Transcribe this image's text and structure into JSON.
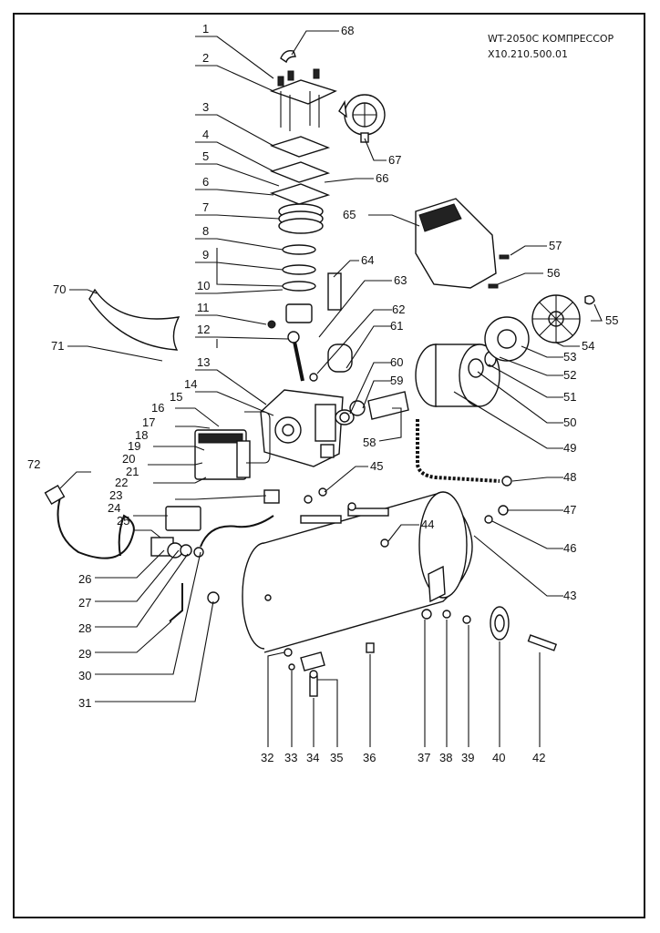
{
  "document": {
    "title": "WT-2050C КОМПРЕССОР",
    "code": "X10.210.500.01"
  },
  "part_numbers": [
    "1",
    "2",
    "3",
    "4",
    "5",
    "6",
    "7",
    "8",
    "9",
    "10",
    "11",
    "12",
    "13",
    "14",
    "15",
    "16",
    "17",
    "18",
    "19",
    "20",
    "21",
    "22",
    "23",
    "24",
    "25",
    "26",
    "27",
    "28",
    "29",
    "30",
    "31",
    "32",
    "33",
    "34",
    "35",
    "36",
    "37",
    "38",
    "39",
    "40",
    "42",
    "43",
    "44",
    "45",
    "46",
    "47",
    "48",
    "49",
    "50",
    "51",
    "52",
    "53",
    "54",
    "55",
    "56",
    "57",
    "58",
    "59",
    "60",
    "61",
    "62",
    "63",
    "64",
    "65",
    "66",
    "67",
    "68",
    "70",
    "71",
    "72"
  ]
}
